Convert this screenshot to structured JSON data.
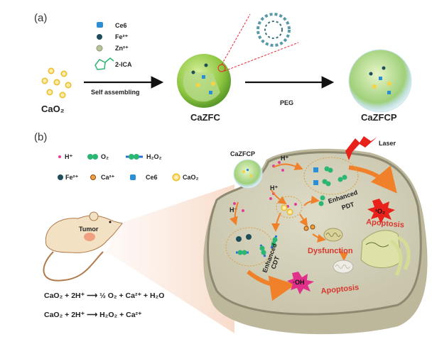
{
  "panel_a": {
    "label": "(a)",
    "start_material": "CaO₂",
    "components": [
      {
        "icon": "ce6-cube-icon",
        "label": "Ce6"
      },
      {
        "icon": "fe-sphere-icon",
        "label": "Fe²⁺"
      },
      {
        "icon": "zn-sphere-icon",
        "label": "Zn²⁺"
      },
      {
        "icon": "imidazole-icon",
        "label": "2-ICA"
      }
    ],
    "step1_label": "Self assembling",
    "intermediate": "CaZFC",
    "step2_label": "PEG",
    "product": "CaZFCP"
  },
  "panel_b": {
    "label": "(b)",
    "legend": [
      {
        "icon": "h-ion-icon",
        "label": "H⁺"
      },
      {
        "icon": "o2-molecule-icon",
        "label": "O₂"
      },
      {
        "icon": "h2o2-molecule-icon",
        "label": "H₂O₂"
      },
      {
        "icon": "fe-ion-icon",
        "label": "Fe²⁺"
      },
      {
        "icon": "ca-ion-icon",
        "label": "Ca²⁺"
      },
      {
        "icon": "ce6-icon",
        "label": "Ce6"
      },
      {
        "icon": "cao2-icon",
        "label": "CaO₂"
      }
    ],
    "tumor_label": "Tumor",
    "equations": [
      "CaO₂ + 2H⁺ ⟶ ½ O₂ + Ca²⁺ + H₂O",
      "CaO₂ + 2H⁺ ⟶ H₂O₂ + Ca²⁺"
    ],
    "cell": {
      "nanoparticle": "CaZFCP",
      "h_plus": "H⁺",
      "laser": "Laser",
      "pdt": [
        "Enhanced",
        "PDT"
      ],
      "cdt": [
        "Enhanced",
        "CDT"
      ],
      "singlet_oxygen": "¹O₂",
      "hydroxyl_radical": "·OH",
      "apoptosis": "Apoptosis",
      "dysfunction": "Dysfunction"
    }
  },
  "colors": {
    "h_ion": "#e0409a",
    "o2": "#2bb673",
    "fe": "#1f4e5a",
    "ca": "#c8731e",
    "ce6": "#2a8fd6",
    "cao2": "#f5d342",
    "arrow_orange": "#f0812a",
    "red_text": "#d8382e",
    "cell": "#d6d3bf"
  }
}
